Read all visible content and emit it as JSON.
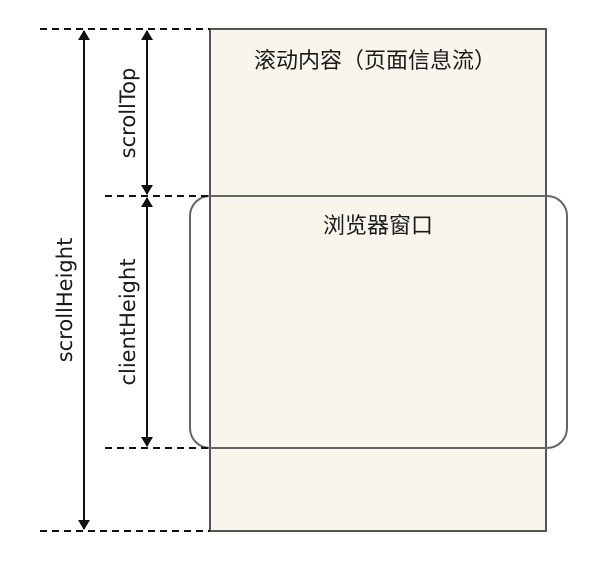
{
  "content_box": {
    "label": "滚动内容（页面信息流）",
    "fill": "#f8f5ec",
    "stroke": "#555555"
  },
  "viewport": {
    "label": "浏览器窗口",
    "stroke": "#666666"
  },
  "dimensions": {
    "scroll_top": "scrollTop",
    "client_height": "clientHeight",
    "scroll_height": "scrollHeight"
  },
  "line_color": "#111111"
}
